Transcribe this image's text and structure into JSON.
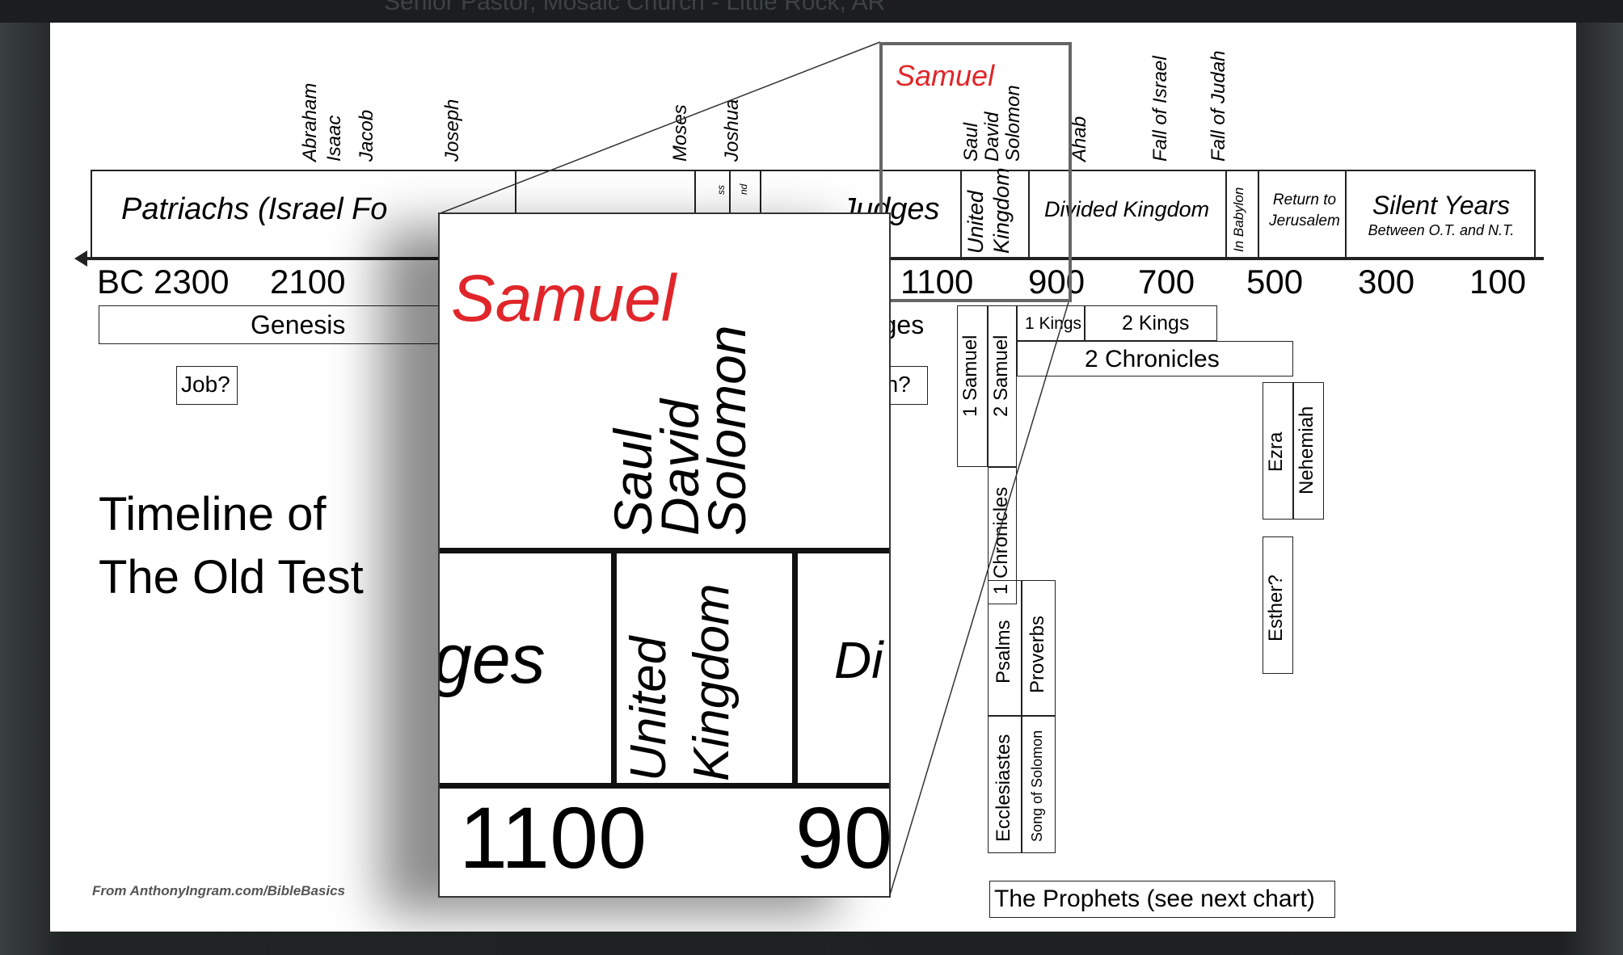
{
  "window_title": "Senior Pastor, Mosaic Church - Little Rock, AR",
  "people": [
    "Abraham",
    "Isaac",
    "Jacob",
    "Joseph",
    "Moses",
    "Joshua",
    "Saul",
    "David",
    "Solomon",
    "Ahab",
    "Fall of Israel",
    "Fall of Judah"
  ],
  "highlight_name": "Samuel",
  "periods": {
    "patriarchs": "Patriachs (Israel Fo",
    "judges": "Judges",
    "united_kingdom": [
      "United",
      "Kingdom"
    ],
    "divided_kingdom": "Divided Kingdom",
    "in_babylon": "In Babylon",
    "return": [
      "Return to",
      "Jerusalem"
    ],
    "silent_years": "Silent Years",
    "silent_sub": "Between O.T. and N.T.",
    "small_a": "ss",
    "small_b": "nd"
  },
  "years": [
    "BC 2300",
    "2100",
    "1100",
    "900",
    "700",
    "500",
    "300",
    "100"
  ],
  "books": {
    "genesis": "Genesis",
    "judges": "Judges",
    "job": "Job?",
    "ruth": "Ruth?",
    "samuel1": "1 Samuel",
    "samuel2": "2 Samuel",
    "kings1": "1 Kings",
    "kings2": "2 Kings",
    "chronicles2": "2 Chronicles",
    "chronicles1": "1 Chronicles",
    "ezra": "Ezra",
    "nehemiah": "Nehemiah",
    "esther": "Esther?",
    "psalms": "Psalms",
    "proverbs": "Proverbs",
    "ecclesiastes": "Ecclesiastes",
    "song": "Song of Solomon",
    "prophets": "The Prophets (see next chart)"
  },
  "title": [
    "Timeline of",
    "The Old Test"
  ],
  "credit": "From AnthonyIngram.com/BibleBasics",
  "zoom": {
    "samuel": "Samuel",
    "names": [
      "Saul",
      "David",
      "Solomon"
    ],
    "ges": "ges",
    "united": "United",
    "kingdom": "Kingdom",
    "di": "Di",
    "y1100": "1100",
    "y90": "90"
  },
  "colors": {
    "accent_red": "#e0262a",
    "line": "#222222",
    "highlight_frame": "#666666"
  }
}
